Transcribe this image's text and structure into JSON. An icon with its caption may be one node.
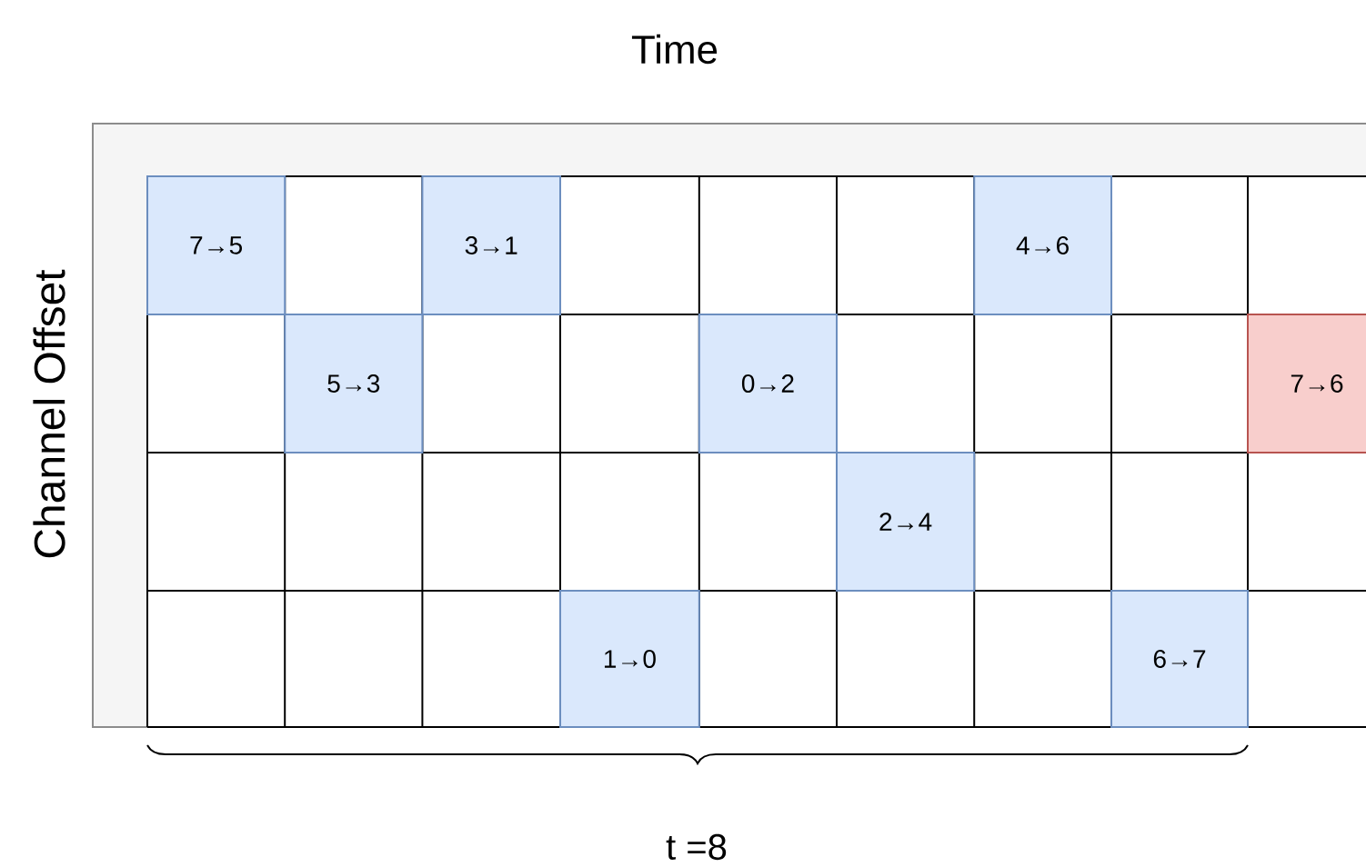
{
  "diagram": {
    "nodes": [
      {
        "text": [
          "7→5"
        ]
      },
      {
        "text": [
          "3→1"
        ]
      },
      {
        "text": [
          "4→6"
        ]
      },
      {
        "text": [
          "5→3"
        ]
      },
      {
        "text": [
          "0→2"
        ]
      },
      {
        "text": [
          "7→6"
        ]
      },
      {
        "text": [
          "2→4"
        ]
      },
      {
        "text": [
          "1→0"
        ]
      },
      {
        "text": [
          "6→7"
        ]
      }
    ],
    "labels": [
      "Time",
      "Channel Offset",
      "t =8"
    ]
  }
}
